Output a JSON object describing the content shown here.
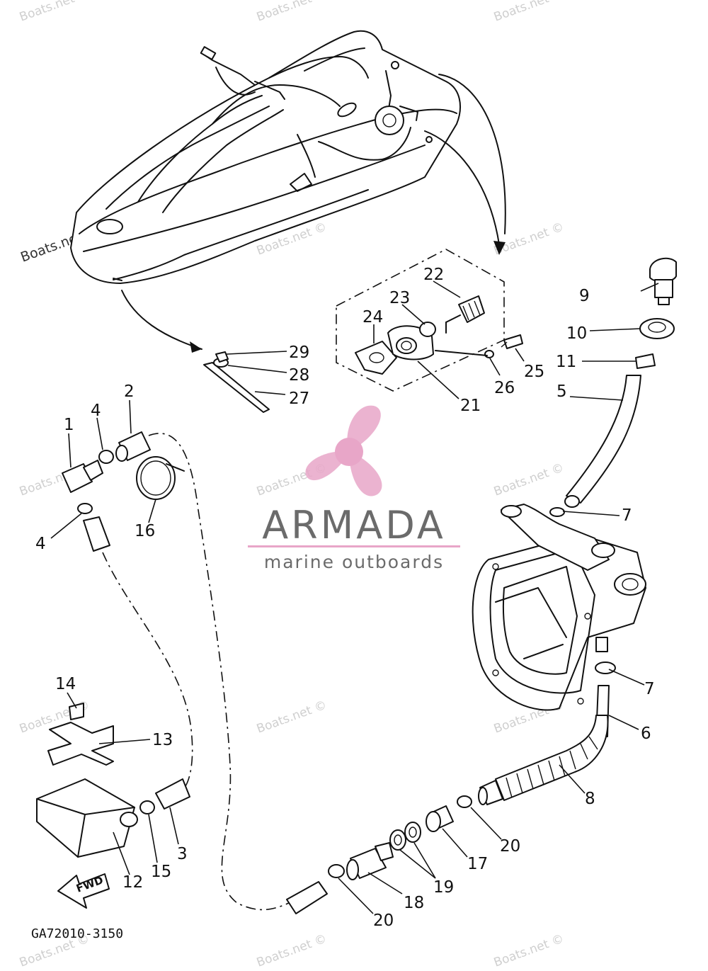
{
  "drawing_code": "GA72010-3150",
  "forward_arrow_label": "FWD",
  "brand": {
    "name": "ARMADA",
    "tagline": "marine outboards",
    "accent_color": "#e8a6c8",
    "text_color": "#6b6b6b",
    "logo_icon": "propeller-icon"
  },
  "watermark_text": "Boats.net ©",
  "parts": [
    {
      "num": "1"
    },
    {
      "num": "2"
    },
    {
      "num": "3"
    },
    {
      "num": "4"
    },
    {
      "num": "4"
    },
    {
      "num": "5"
    },
    {
      "num": "6"
    },
    {
      "num": "7"
    },
    {
      "num": "7"
    },
    {
      "num": "8"
    },
    {
      "num": "9"
    },
    {
      "num": "10"
    },
    {
      "num": "11"
    },
    {
      "num": "12"
    },
    {
      "num": "13"
    },
    {
      "num": "14"
    },
    {
      "num": "15"
    },
    {
      "num": "16"
    },
    {
      "num": "17"
    },
    {
      "num": "18"
    },
    {
      "num": "19"
    },
    {
      "num": "20"
    },
    {
      "num": "20"
    },
    {
      "num": "21"
    },
    {
      "num": "22"
    },
    {
      "num": "23"
    },
    {
      "num": "24"
    },
    {
      "num": "25"
    },
    {
      "num": "26"
    },
    {
      "num": "27"
    },
    {
      "num": "28"
    },
    {
      "num": "29"
    }
  ]
}
